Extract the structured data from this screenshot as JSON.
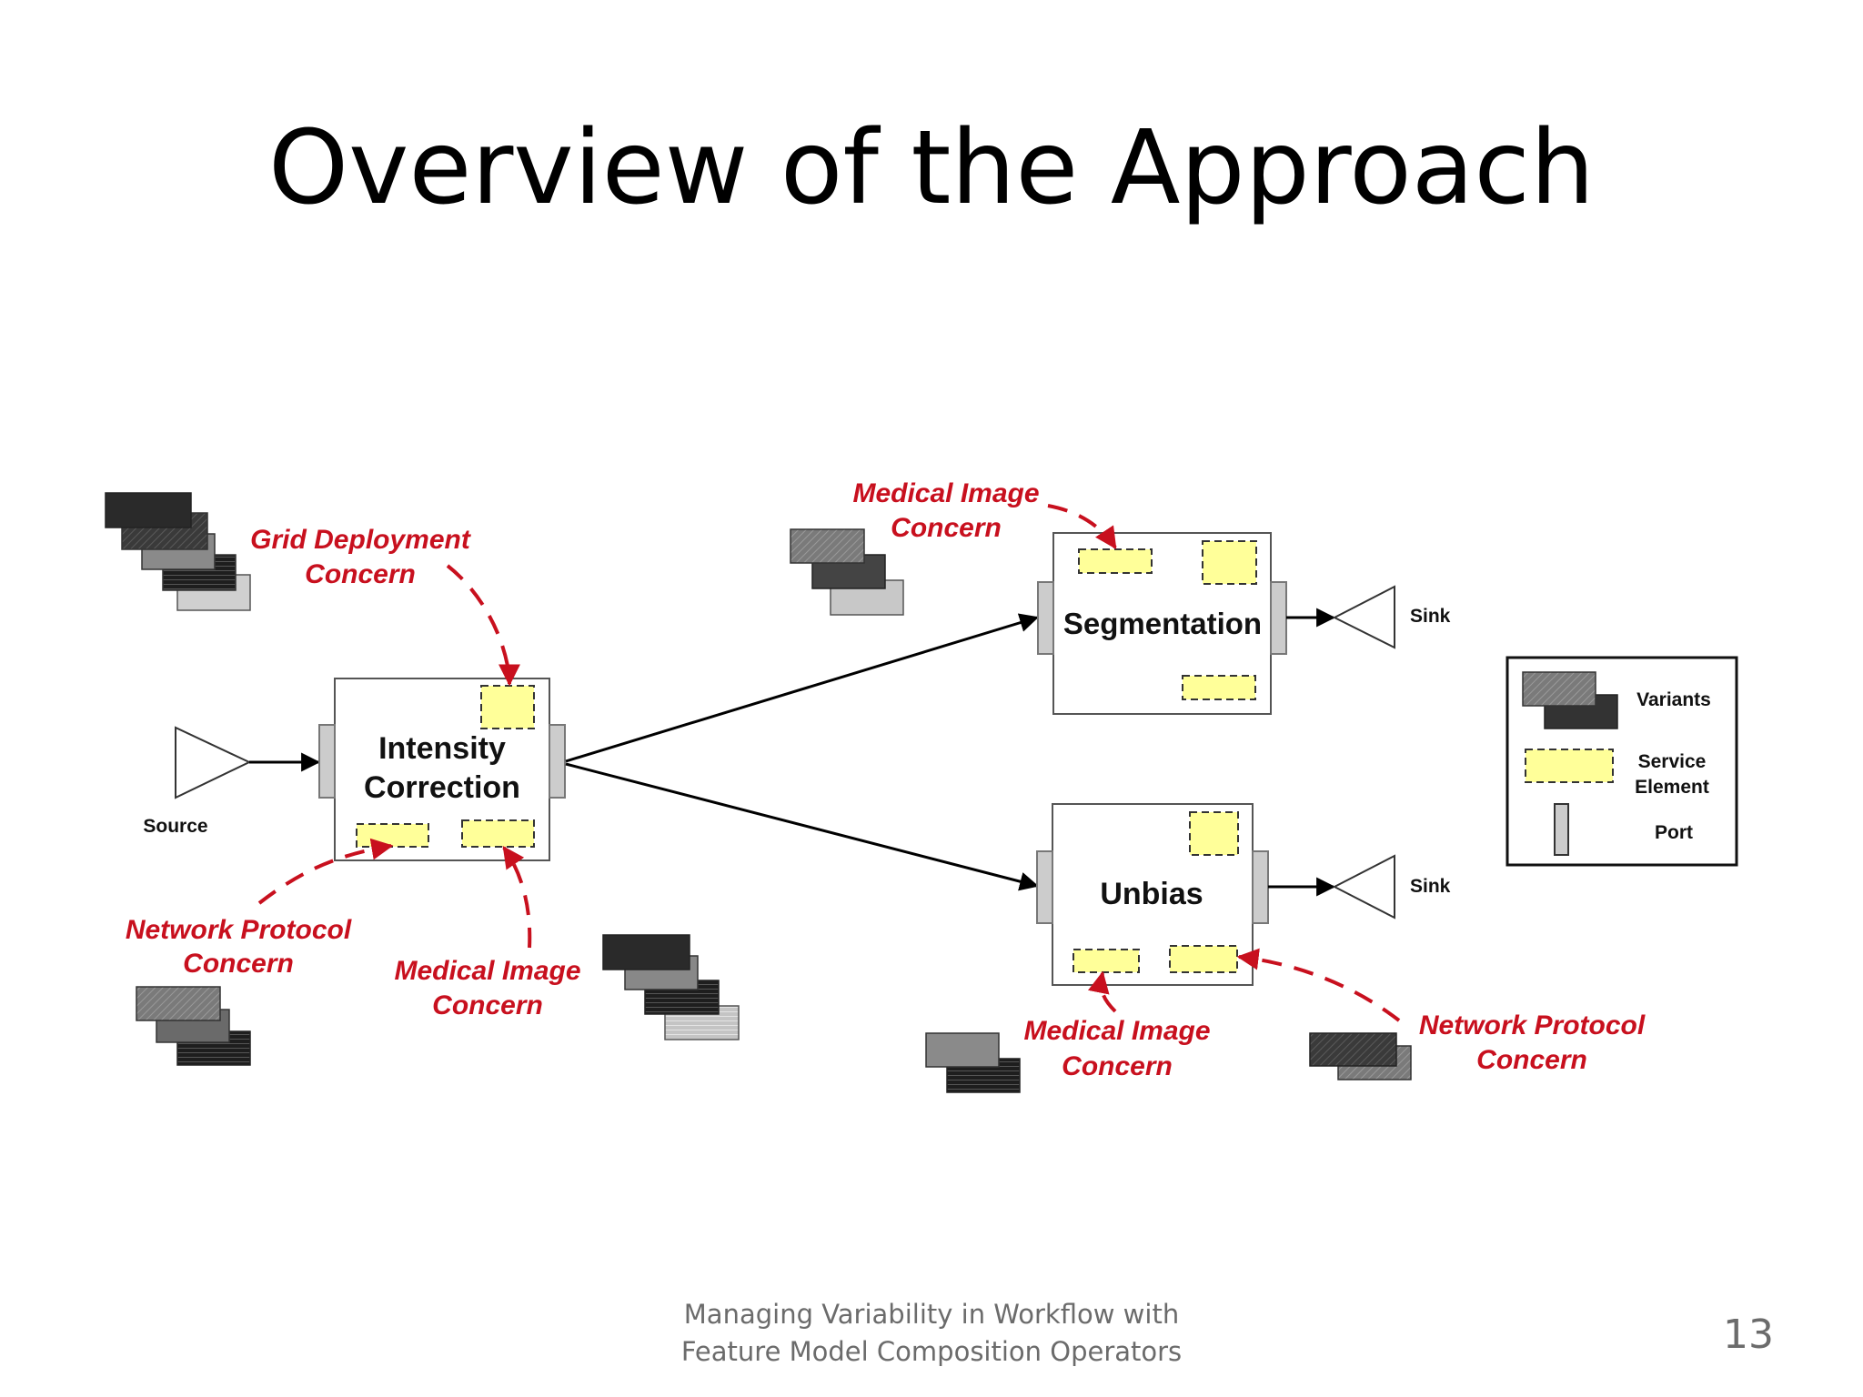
{
  "slide": {
    "title": "Overview of the Approach",
    "footer_line1": "Managing Variability in Workflow with",
    "footer_line2": "Feature Model Composition Operators",
    "page_number": "13"
  },
  "diagram": {
    "source_label": "Source",
    "sink_top_label": "Sink",
    "sink_bottom_label": "Sink",
    "intensity_line1": "Intensity",
    "intensity_line2": "Correction",
    "segmentation_label": "Segmentation",
    "unbias_label": "Unbias",
    "concerns": {
      "grid_deployment_line1": "Grid Deployment",
      "grid_deployment_line2": "Concern",
      "network_protocol_left_line1": "Network Protocol",
      "network_protocol_left_line2": "Concern",
      "medical_image_left_line1": "Medical Image",
      "medical_image_left_line2": "Concern",
      "medical_image_top_line1": "Medical Image",
      "medical_image_top_line2": "Concern",
      "medical_image_bottom_line1": "Medical Image",
      "medical_image_bottom_line2": "Concern",
      "network_protocol_right_line1": "Network Protocol",
      "network_protocol_right_line2": "Concern"
    },
    "legend": {
      "variants": "Variants",
      "service_line1": "Service",
      "service_line2": "Element",
      "port": "Port"
    },
    "colors": {
      "concern_red": "#c8101e",
      "service_element_fill": "#ffff99"
    }
  }
}
